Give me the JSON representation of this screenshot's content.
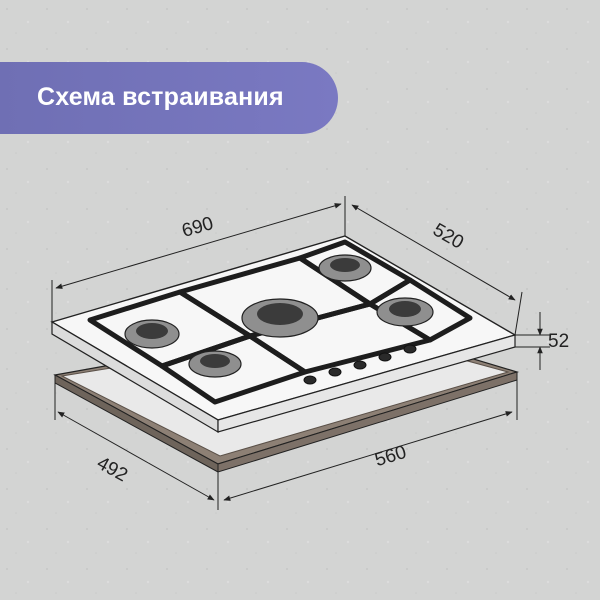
{
  "banner": {
    "title": "Схема встраивания"
  },
  "dimensions": {
    "width_top": "690",
    "depth_top": "520",
    "height": "52",
    "cutout_depth": "492",
    "cutout_width": "560"
  },
  "colors": {
    "background": "#d3d4d3",
    "banner": "#7574bc",
    "outline": "#222222",
    "cutout": "#8d8075"
  }
}
